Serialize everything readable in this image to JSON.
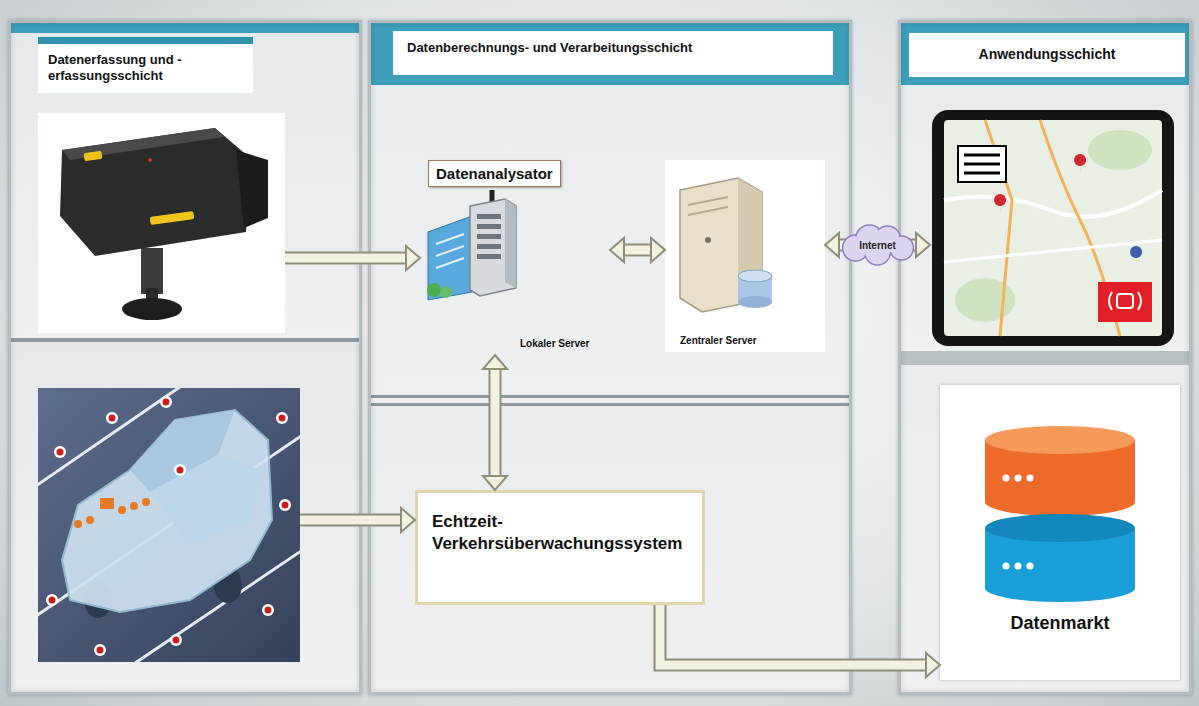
{
  "diagram": {
    "nodes": [
      {
        "text": [
          "Datenerfassung und - erfassungsschicht"
        ]
      },
      {
        "text": [],
        "in": 0
      },
      {
        "text": [],
        "in": 0
      },
      {
        "text": [
          "Datenberechnungs- und Verarbeitungsschicht"
        ]
      },
      {
        "text": [
          "Datenanalysator",
          "Lokaler Server"
        ],
        "in": 3
      },
      {
        "text": [
          "Zentraler Server"
        ],
        "in": 3
      },
      {
        "text": [
          "Echtzeit-Verkehrsüberwachungssystem"
        ],
        "in": 3
      },
      {
        "text": [
          "Anwendungsschicht"
        ]
      },
      {
        "text": [],
        "in": 7
      },
      {
        "text": [
          "Datenmarkt"
        ],
        "in": 7
      }
    ],
    "edges": [
      {
        "from": 1,
        "to": 4,
        "arrow": "to"
      },
      {
        "from": 4,
        "to": 5,
        "arrow": "both"
      },
      {
        "from": 5,
        "to": 8,
        "label": "Internet",
        "arrow": "both"
      },
      {
        "from": 4,
        "to": 6,
        "arrow": "both"
      },
      {
        "from": 2,
        "to": 6,
        "arrow": "to"
      },
      {
        "from": 6,
        "to": 9,
        "arrow": "to"
      }
    ]
  }
}
